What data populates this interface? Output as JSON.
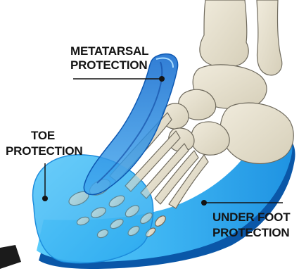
{
  "labels": {
    "metatarsal": [
      "METATARSAL",
      "PROTECTION"
    ],
    "toe": [
      "TOE",
      "PROTECTION"
    ],
    "underfoot": [
      "UNDER FOOT",
      "PROTECTION"
    ]
  },
  "colors": {
    "bone_fill": "#e7e1cf",
    "bone_stroke": "#6f6a5d",
    "insole_light": "#4fc3f7",
    "insole_deep": "#0e7fd6",
    "insole_edge": "#0a57a8",
    "text": "#141414"
  }
}
